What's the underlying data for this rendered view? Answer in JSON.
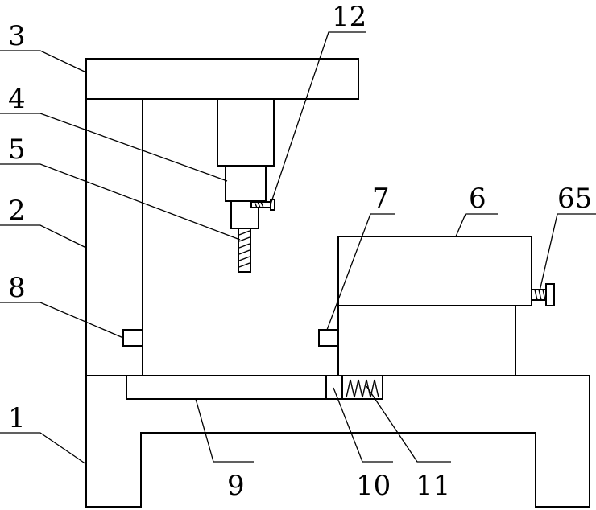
{
  "labels": {
    "l1": "1",
    "l2": "2",
    "l3": "3",
    "l4": "4",
    "l5": "5",
    "l6": "6",
    "l7": "7",
    "l8": "8",
    "l9": "9",
    "l10": "10",
    "l11": "11",
    "l12": "12",
    "l65": "65"
  }
}
